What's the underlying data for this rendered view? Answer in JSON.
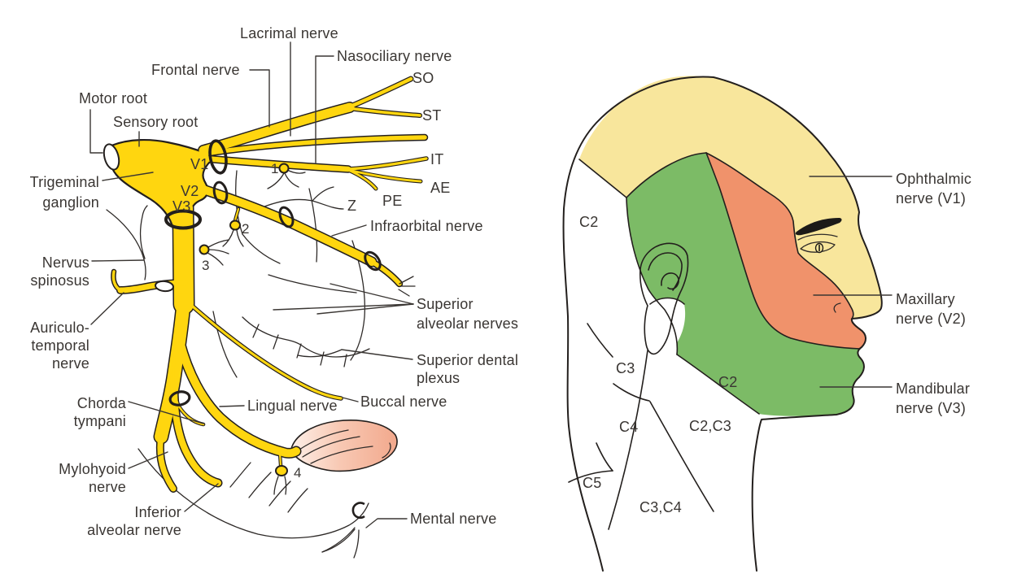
{
  "left_diagram": {
    "labels": {
      "motor_root": "Motor root",
      "sensory_root": "Sensory root",
      "trigeminal_ganglion": [
        "Trigeminal",
        "ganglion"
      ],
      "frontal_nerve": "Frontal nerve",
      "lacrimal_nerve": "Lacrimal nerve",
      "nasociliary_nerve": "Nasociliary nerve",
      "infraorbital_nerve": "Infraorbital nerve",
      "nervus_spinosus": [
        "Nervus",
        "spinosus"
      ],
      "auriculotemporal_nerve": [
        "Auriculo-",
        "temporal",
        "nerve"
      ],
      "superior_alveolar_nerves": [
        "Superior",
        "alveolar nerves"
      ],
      "superior_dental_plexus": [
        "Superior dental",
        "plexus"
      ],
      "chorda_tympani": [
        "Chorda",
        "tympani"
      ],
      "lingual_nerve": "Lingual nerve",
      "buccal_nerve": "Buccal nerve",
      "mylohyoid_nerve": [
        "Mylohyoid",
        "nerve"
      ],
      "inferior_alveolar_nerve": [
        "Inferior",
        "alveolar nerve"
      ],
      "mental_nerve": "Mental nerve"
    },
    "divisions": {
      "v1": "V1",
      "v2": "V2",
      "v3": "V3"
    },
    "branch_abbreviations": {
      "so": "SO",
      "st": "ST",
      "it": "IT",
      "ae": "AE",
      "pe": "PE",
      "z": "Z"
    },
    "ganglion_numbers": {
      "n1": "1",
      "n2": "2",
      "n3": "3",
      "n4": "4"
    }
  },
  "right_diagram": {
    "labels": {
      "ophthalmic": [
        "Ophthalmic",
        "nerve (V1)"
      ],
      "maxillary": [
        "Maxillary",
        "nerve (V2)"
      ],
      "mandibular": [
        "Mandibular",
        "nerve (V3)"
      ]
    },
    "cervical_labels": {
      "c2_occipital": "C2",
      "c3": "C3",
      "c4": "C4",
      "c5": "C5",
      "c2_jaw": "C2",
      "c2_c3": "C2,C3",
      "c3_c4": "C3,C4"
    }
  },
  "colors": {
    "nerve_yellow": "#FFD60F",
    "outline_black": "#231f1d",
    "v1_region_yellow": "#F8E69C",
    "v2_region_orange": "#F0926B",
    "v3_region_green": "#7CBB66",
    "tongue_pink_light": "#FDEFE8",
    "tongue_pink": "#F2A88C",
    "label_text": "#3a3633",
    "background": "#FFFFFF"
  }
}
